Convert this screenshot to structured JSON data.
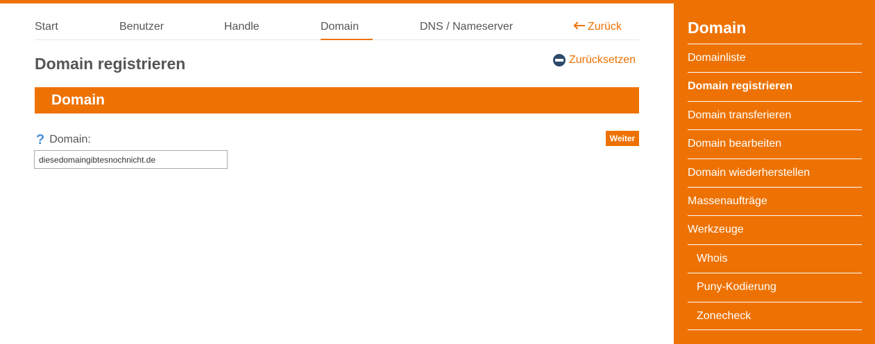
{
  "colors": {
    "accent": "#ee7203",
    "text": "#555555",
    "help": "#4a90d9",
    "reset_icon": "#2d4a6b"
  },
  "tabs": [
    {
      "label": "Start"
    },
    {
      "label": "Benutzer"
    },
    {
      "label": "Handle"
    },
    {
      "label": "Domain"
    },
    {
      "label": "DNS / Nameserver"
    }
  ],
  "back": {
    "label": "Zurück",
    "icon": "arrow-left-icon"
  },
  "page": {
    "title": "Domain registrieren",
    "reset_label": "Zurücksetzen",
    "reset_icon": "minus-circle-icon"
  },
  "section": {
    "title": "Domain"
  },
  "form": {
    "help_icon": "?",
    "label": "Domain:",
    "value": "diesedomaingibtesnochnicht.de",
    "submit_label": "Weiter"
  },
  "sidebar": {
    "title": "Domain",
    "items": [
      {
        "label": "Domainliste"
      },
      {
        "label": "Domain registrieren"
      },
      {
        "label": "Domain transferieren"
      },
      {
        "label": "Domain bearbeiten"
      },
      {
        "label": "Domain wiederherstellen"
      },
      {
        "label": "Massenaufträge"
      },
      {
        "label": "Werkzeuge"
      },
      {
        "label": "Whois"
      },
      {
        "label": "Puny-Kodierung"
      },
      {
        "label": "Zonecheck"
      }
    ]
  }
}
